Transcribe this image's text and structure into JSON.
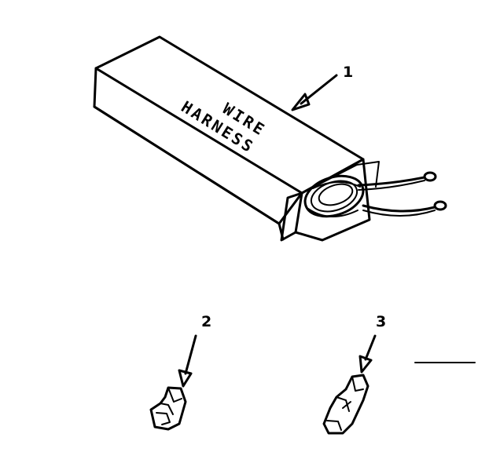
{
  "callouts": {
    "part1": "1",
    "part2": "2",
    "part3": "3"
  },
  "box_label": {
    "line1": "WIRE",
    "line2": "HARNESS"
  },
  "colors": {
    "ink": "#000000",
    "background": "#ffffff"
  }
}
